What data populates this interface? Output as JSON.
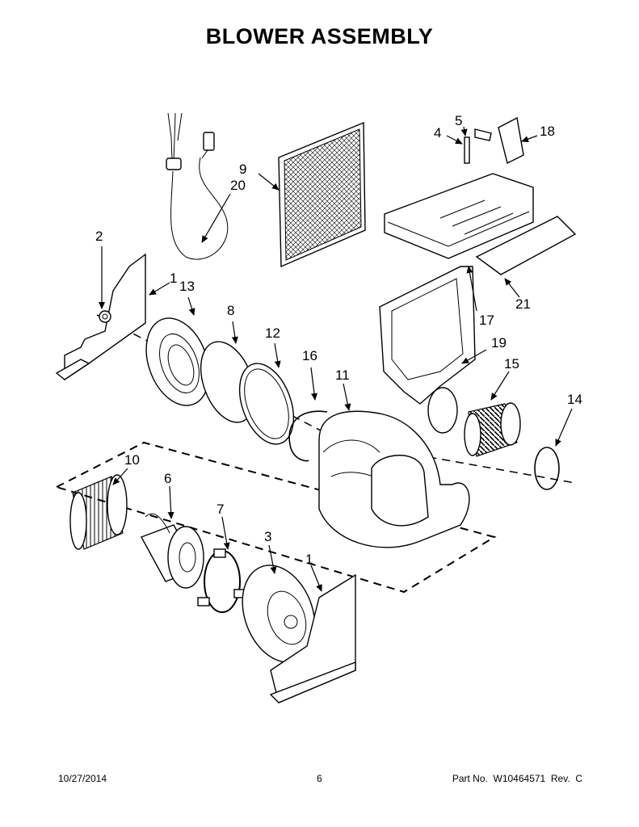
{
  "page": {
    "title": "BLOWER ASSEMBLY",
    "footer": {
      "date": "10/27/2014",
      "page_number": "6",
      "part_number": "Part No.  W10464571  Rev.  C"
    }
  },
  "callouts": {
    "c1_upper": "1",
    "c1_lower": "1",
    "c2": "2",
    "c3": "3",
    "c4": "4",
    "c5": "5",
    "c6": "6",
    "c7": "7",
    "c8": "8",
    "c9": "9",
    "c10": "10",
    "c11": "11",
    "c12": "12",
    "c13": "13",
    "c14": "14",
    "c15": "15",
    "c16": "16",
    "c17": "17",
    "c18": "18",
    "c19": "19",
    "c20": "20",
    "c21": "21"
  }
}
